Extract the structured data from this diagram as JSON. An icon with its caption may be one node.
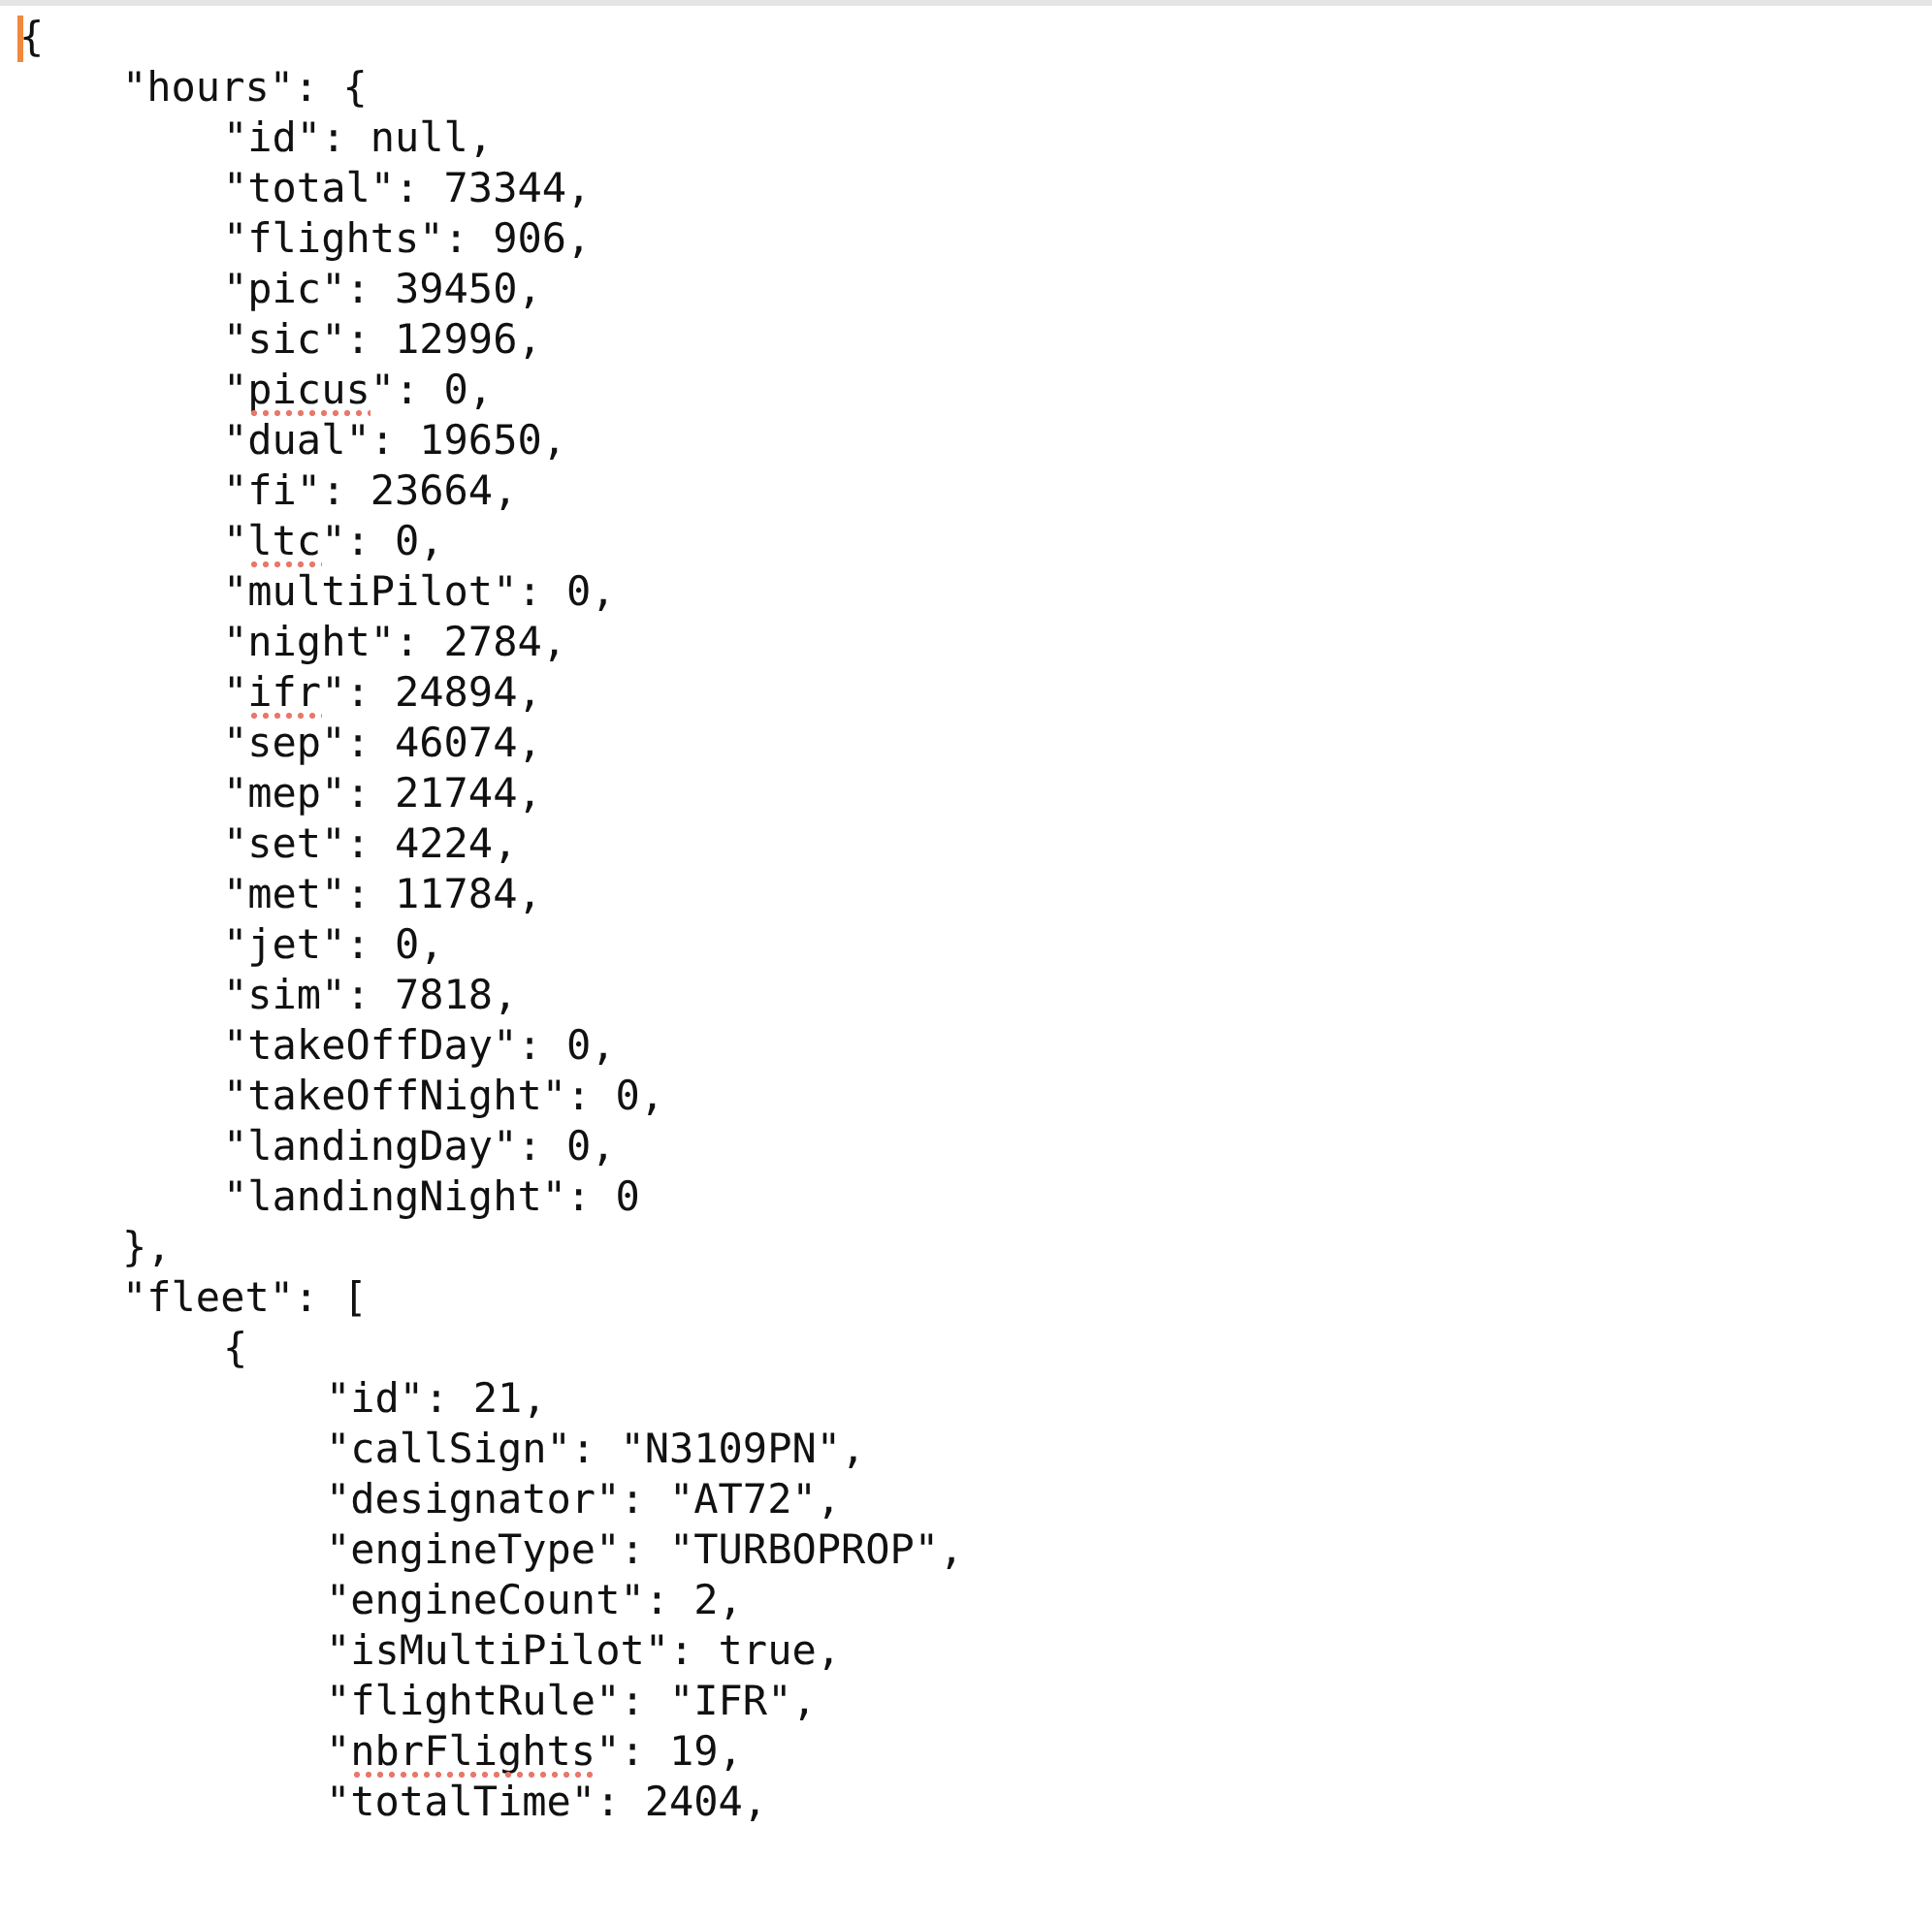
{
  "diagram": {
    "labels": [
      "{",
      "\"hours\": {",
      "\"id\": null,",
      "\"total\": 73344,",
      "\"flights\": 906,",
      "\"pic\": 39450,",
      "\"sic\": 12996,",
      "\"picus\": 0,",
      "\"dual\": 19650,",
      "\"fi\": 23664,",
      "\"ltc\": 0,",
      "\"multiPilot\": 0,",
      "\"night\": 2784,",
      "\"ifr\": 24894,",
      "\"sep\": 46074,",
      "\"mep\": 21744,",
      "\"set\": 4224,",
      "\"met\": 11784,",
      "\"jet\": 0,",
      "\"sim\": 7818,",
      "\"takeOffDay\": 0,",
      "\"takeOffNight\": 0,",
      "\"landingDay\": 0,",
      "\"landingNight\": 0",
      "},",
      "\"fleet\": [",
      "{",
      "\"id\": 21,",
      "\"callSign\": \"N3109PN\",",
      "\"designator\": \"AT72\",",
      "\"engineType\": \"TURBOPROP\",",
      "\"engineCount\": 2,",
      "\"isMultiPilot\": true,",
      "\"flightRule\": \"IFR\",",
      "\"nbrFlights\": 19,",
      "\"totalTime\": 2404,"
    ]
  }
}
